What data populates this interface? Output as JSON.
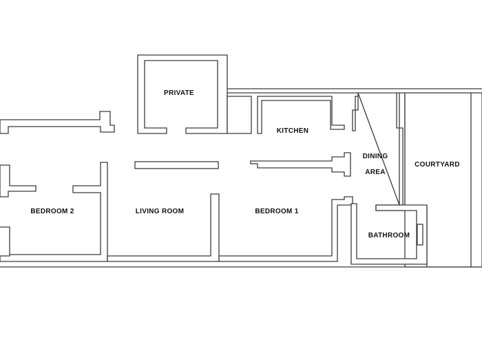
{
  "colors": {
    "wall_stroke": "#3a3a3a",
    "background": "#ffffff",
    "label": "#111111"
  },
  "rooms": {
    "private": "PRIVATE",
    "kitchen": "KITCHEN",
    "dining_line1": "DINING",
    "dining_line2": "AREA",
    "courtyard": "COURTYARD",
    "bedroom2": "BEDROOM 2",
    "living_room": "LIVING  ROOM",
    "bedroom1": "BEDROOM 1",
    "bathroom": "BATHROOM"
  }
}
